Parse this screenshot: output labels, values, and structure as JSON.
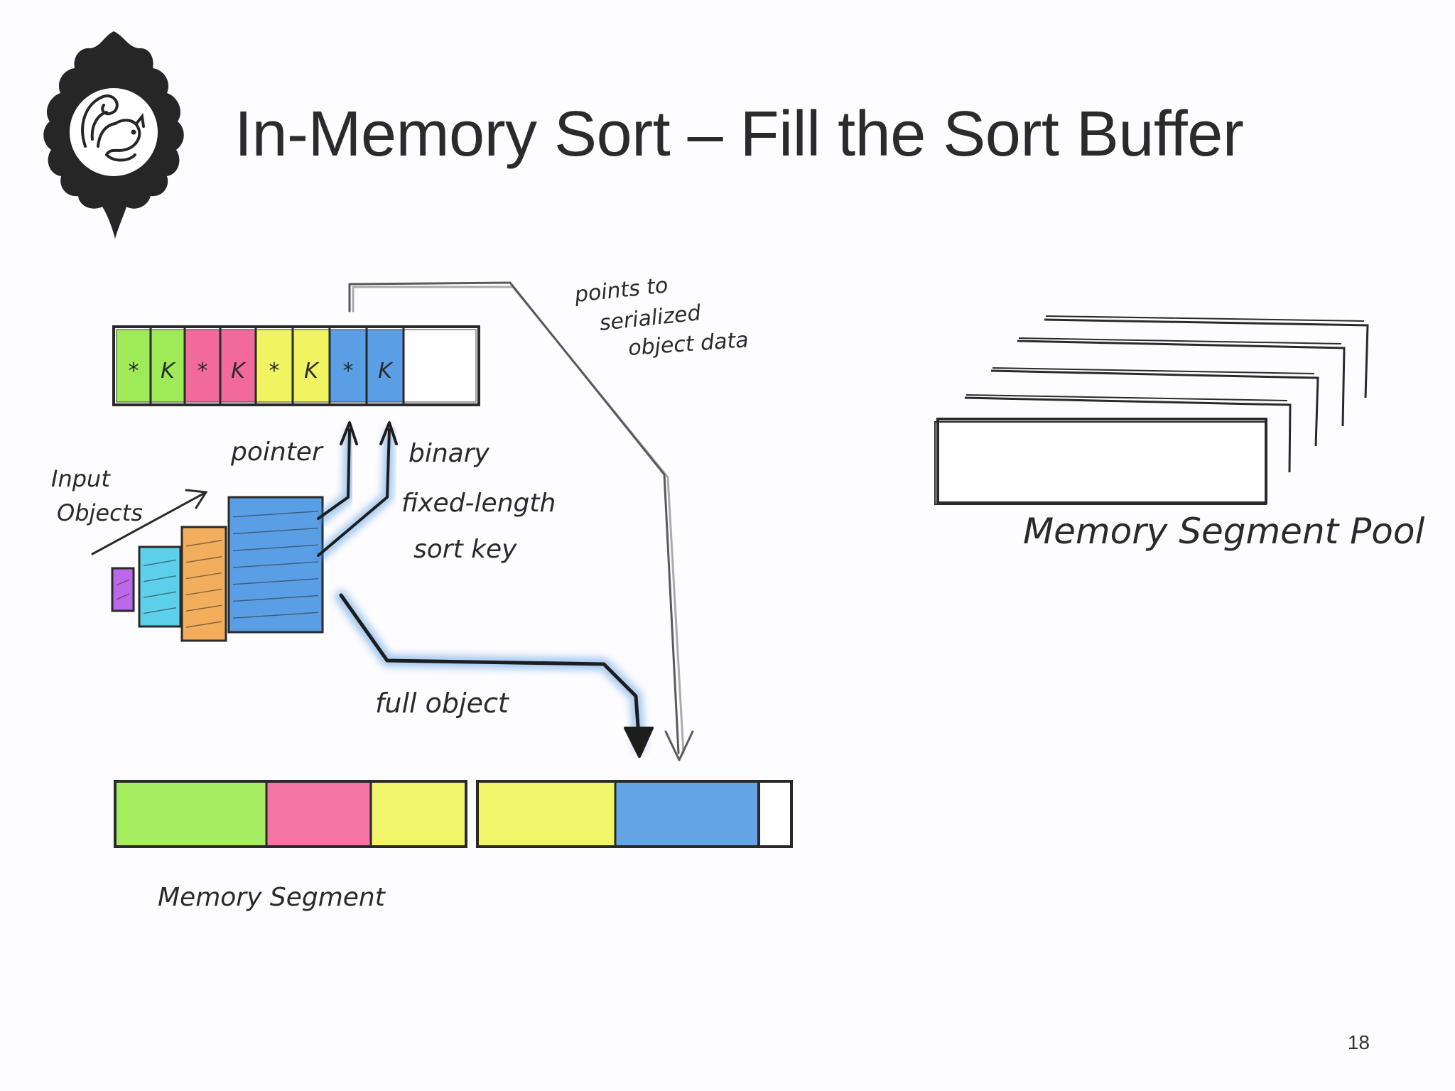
{
  "slide": {
    "title": "In-Memory Sort – Fill the Sort Buffer",
    "page_number": "18",
    "logo_icon": "squirrel-logo-icon"
  },
  "sort_buffer": {
    "cells": [
      {
        "label": "*",
        "color": "#8ee83a"
      },
      {
        "label": "K",
        "color": "#8ee83a"
      },
      {
        "label": "*",
        "color": "#f0508a"
      },
      {
        "label": "K",
        "color": "#f0508a"
      },
      {
        "label": "*",
        "color": "#eef244"
      },
      {
        "label": "K",
        "color": "#eef244"
      },
      {
        "label": "*",
        "color": "#3d8ee0"
      },
      {
        "label": "K",
        "color": "#3d8ee0"
      },
      {
        "label": "",
        "color": "#ffffff"
      }
    ]
  },
  "annotations": {
    "points_to": [
      "points to",
      "serialized",
      "object data"
    ],
    "pointer": "pointer",
    "binary_key": [
      "binary",
      "fixed-length",
      "sort key"
    ],
    "input_objects": [
      "Input",
      "Objects"
    ],
    "full_object": "full object",
    "memory_segment": "Memory Segment",
    "memory_segment_pool": "Memory Segment Pool"
  },
  "input_objects": [
    {
      "color": "#b04ee6"
    },
    {
      "color": "#3fc8e8"
    },
    {
      "color": "#f0a040"
    },
    {
      "color": "#3d8ee0"
    }
  ],
  "memory_segment": {
    "blocks": [
      {
        "color": "#8ee83a"
      },
      {
        "color": "#f0508a"
      },
      {
        "color": "#eef244"
      },
      {
        "color": "#eef244"
      },
      {
        "color": "#3d8ee0"
      },
      {
        "color": "#ffffff"
      }
    ]
  },
  "colors": {
    "ink": "#2a2a2a",
    "accent_blue": "#3d8ee0"
  }
}
